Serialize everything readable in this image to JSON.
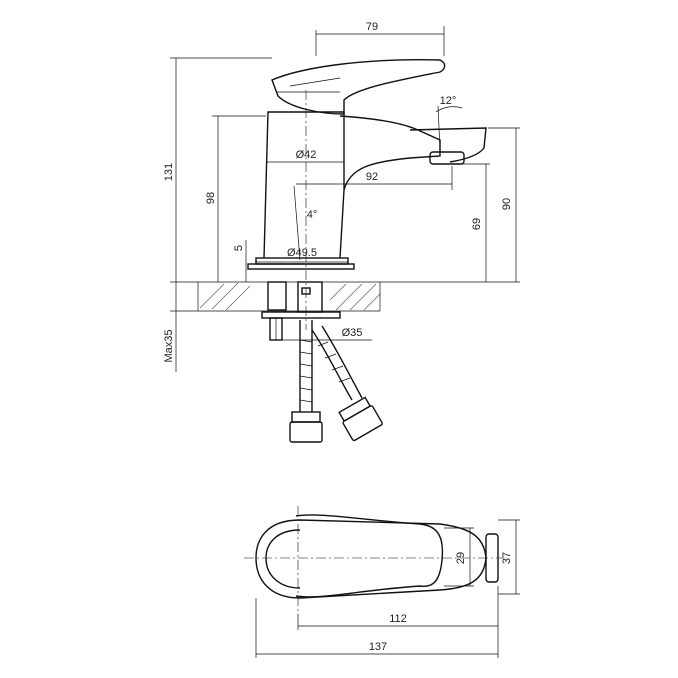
{
  "dimensions": {
    "spout_reach_top": "79",
    "total_height": "131",
    "body_height": "98",
    "handle_angle": "12°",
    "body_diameter": "Ø42",
    "spout_reach": "92",
    "spout_tilt": "4°",
    "outlet_height_low": "69",
    "outlet_height_high": "90",
    "base_thickness": "5",
    "base_diameter": "Ø49.5",
    "counter_thickness_max": "Max35",
    "shank_diameter": "Ø35",
    "handle_width": "29",
    "spout_width": "37",
    "plan_length_inner": "112",
    "plan_length_total": "137"
  },
  "colors": {
    "line": "#111111",
    "hatch": "#999999",
    "background": "#ffffff"
  }
}
